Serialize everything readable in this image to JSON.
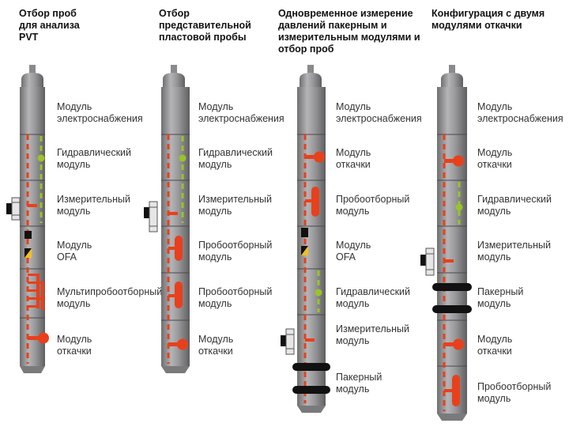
{
  "columns": [
    {
      "title": "Отбор проб\nдля анализа\nPVT",
      "labels": [
        "Модуль\nэлектроснабжения",
        "Гидравлический\nмодуль",
        "Измерительный\nмодуль",
        "Модуль\nOFA",
        "Мультипробоотборный\nмодуль",
        "Модуль\nоткачки"
      ]
    },
    {
      "title": "Отбор\nпредставительной\nпластовой пробы",
      "labels": [
        "Модуль\nэлектроснабжения",
        "Гидравлический\nмодуль",
        "Измерительный\nмодуль",
        "Пробоотборный\nмодуль",
        "Пробоотборный\nмодуль",
        "Модуль\nоткачки"
      ]
    },
    {
      "title": "Одновременное измерение\nдавлений пакерным и\nизмерительным модулями и\nотбор проб",
      "labels": [
        "Модуль\nэлектроснабжения",
        "Модуль\nоткачки",
        "Пробоотборный\nмодуль",
        "Модуль\nOFA",
        "Гидравлический\nмодуль",
        "Измерительный\nмодуль",
        "Пакерный\nмодуль"
      ]
    },
    {
      "title": "Конфигурация с двумя\nмодулями откачки",
      "labels": [
        "Модуль\nэлектроснабжения",
        "Модуль\nоткачки",
        "Гидравлический\nмодуль",
        "Измерительный\nмодуль",
        "Пакерный\nмодуль",
        "Модуль\nоткачки",
        "Пробоотборный\nмодуль"
      ]
    }
  ],
  "colors": {
    "body": "#8d8d8f",
    "body_light": "#b9b9bb",
    "red": "#e8401c",
    "green": "#9ac328",
    "packer": "#111111"
  }
}
